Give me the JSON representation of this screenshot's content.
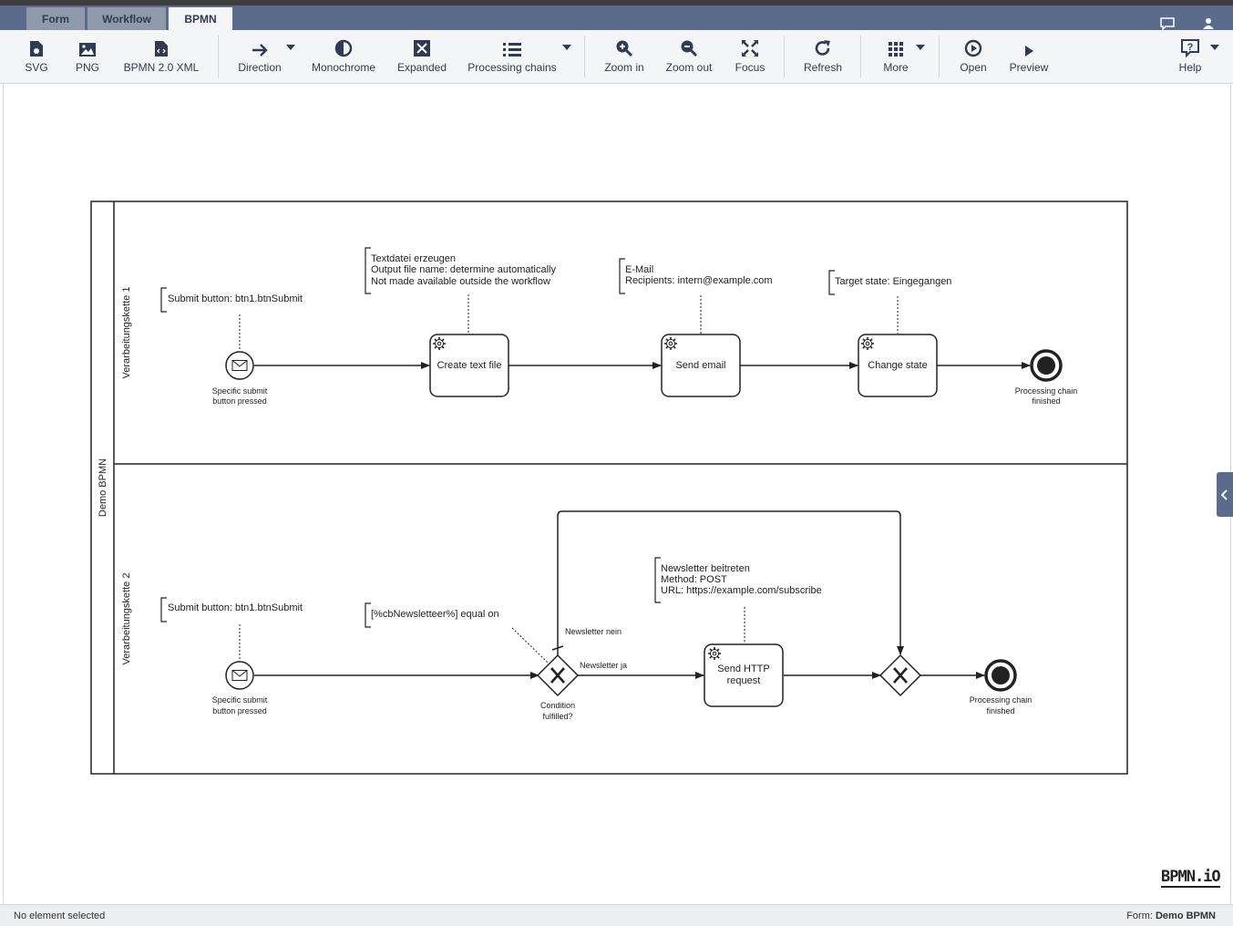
{
  "tabs": [
    {
      "label": "Form",
      "active": false
    },
    {
      "label": "Workflow",
      "active": false
    },
    {
      "label": "BPMN",
      "active": true
    }
  ],
  "toolbar": {
    "svg": "SVG",
    "png": "PNG",
    "xml": "BPMN 2.0 XML",
    "direction": "Direction",
    "monochrome": "Monochrome",
    "expanded": "Expanded",
    "processing_chains": "Processing chains",
    "zoom_in": "Zoom in",
    "zoom_out": "Zoom out",
    "focus": "Focus",
    "refresh": "Refresh",
    "more": "More",
    "open": "Open",
    "preview": "Preview",
    "help": "Help"
  },
  "diagram": {
    "pool": "Demo BPMN",
    "lane1": {
      "name": "Verarbeitungskette 1",
      "annotation_start": "Submit button: btn1.btnSubmit",
      "annotation_task1": [
        "Textdatei erzeugen",
        "Output file name: determine automatically",
        "Not made available outside the workflow"
      ],
      "annotation_task2": [
        "E-Mail",
        "Recipients: intern@example.com"
      ],
      "annotation_task3": "Target state: Eingegangen",
      "start_label": [
        "Specific submit",
        "button pressed"
      ],
      "task1": "Create text file",
      "task2": "Send email",
      "task3": "Change state",
      "end_label": [
        "Processing chain",
        "finished"
      ]
    },
    "lane2": {
      "name": "Verarbeitungskette 2",
      "annotation_start": "Submit button: btn1.btnSubmit",
      "annotation_gateway": "[%cbNewsletteer%] equal on",
      "annotation_task": [
        "Newsletter beitreten",
        "Method: POST",
        "URL: https://example.com/subscribe"
      ],
      "start_label": [
        "Specific submit",
        "button pressed"
      ],
      "gateway_label": [
        "Condition",
        "fulfilled?"
      ],
      "flow_no": "Newsletter nein",
      "flow_yes": "Newsletter ja",
      "task": [
        "Send HTTP",
        "request"
      ],
      "end_label": [
        "Processing chain",
        "finished"
      ]
    }
  },
  "logo": "BPMN.iO",
  "status": {
    "left": "No element selected",
    "right_label": "Form:",
    "right_value": "Demo BPMN"
  },
  "colors": {
    "header": "#5b6b8c",
    "tab_inactive": "#8e9aab",
    "toolbar_bg": "#f4f5f7",
    "toolbar_icon": "#2f3b52"
  }
}
